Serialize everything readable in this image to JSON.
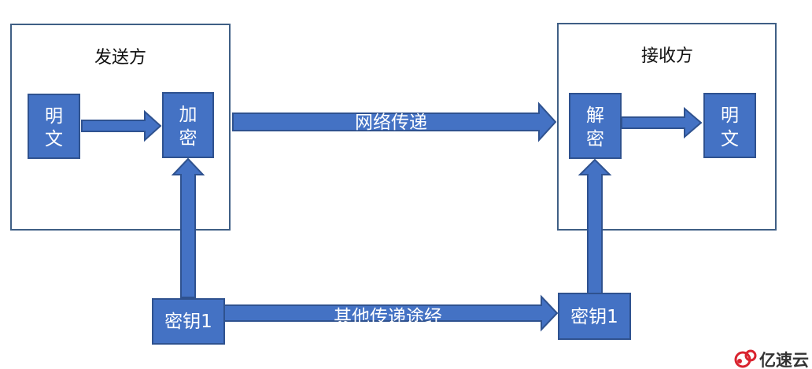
{
  "sender": {
    "title": "发送方"
  },
  "receiver": {
    "title": "接收方"
  },
  "boxes": {
    "plaintext_left": {
      "line1": "明",
      "line2": "文"
    },
    "encrypt": {
      "line1": "加",
      "line2": "密"
    },
    "decrypt": {
      "line1": "解",
      "line2": "密"
    },
    "plaintext_right": {
      "line1": "明",
      "line2": "文"
    },
    "key_left": {
      "label": "密钥1"
    },
    "key_right": {
      "label": "密钥1"
    }
  },
  "arrows": {
    "network": {
      "label": "网络传递"
    },
    "other_channel": {
      "label": "其他传递途经"
    }
  },
  "logo": {
    "text": "亿速云"
  },
  "colors": {
    "box_fill": "#4472c4",
    "box_border": "#2f528f",
    "frame_border": "#3f5f85"
  }
}
